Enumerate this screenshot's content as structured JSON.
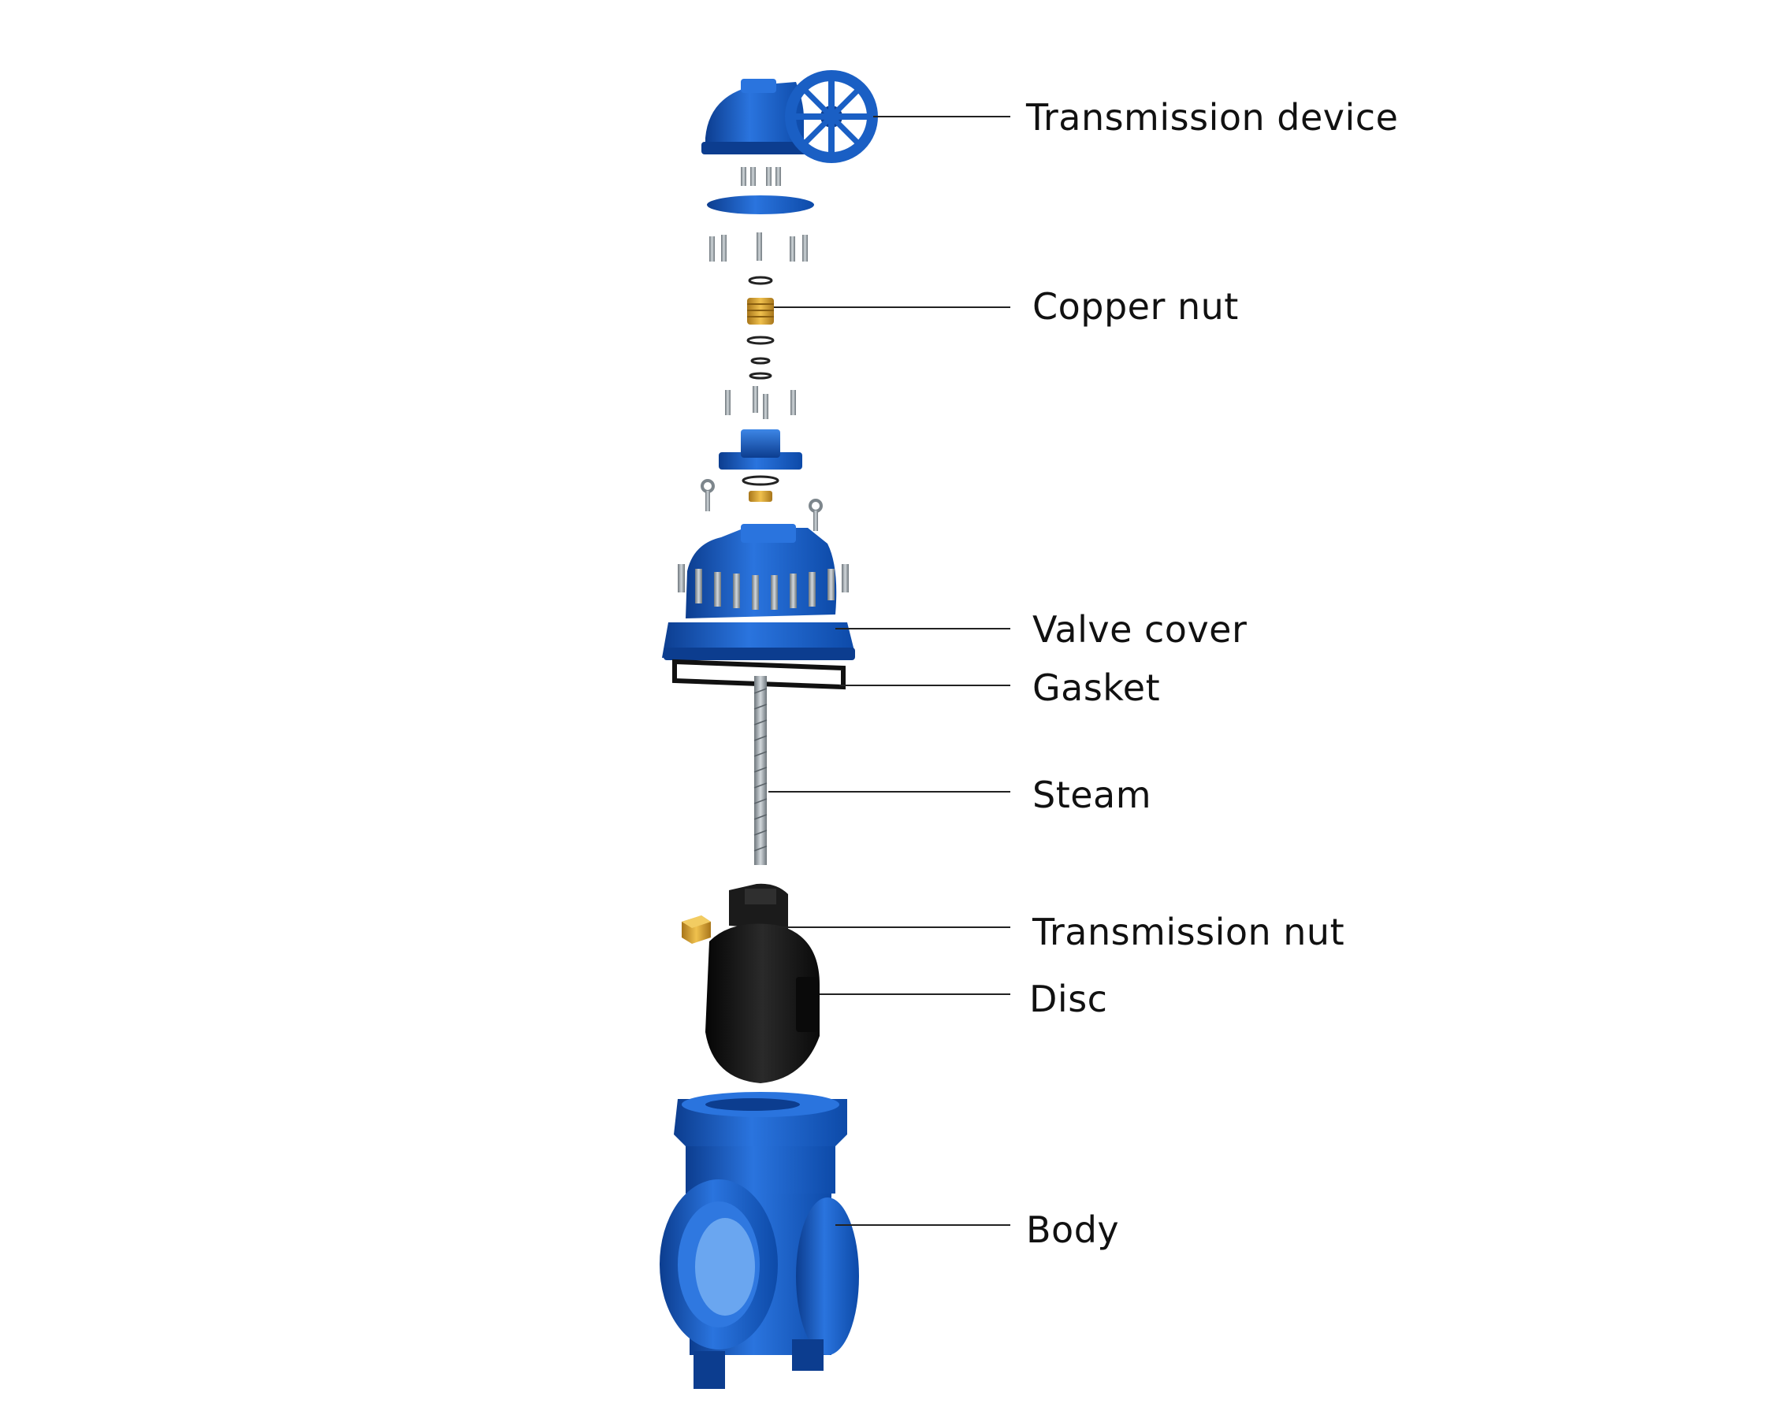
{
  "diagram": {
    "colors": {
      "body_blue": "#1a5fc4",
      "body_blue_dark": "#0c3d8f",
      "body_blue_light": "#3d86e6",
      "disc_black": "#161616",
      "brass": "#d7a22d",
      "steel": "#9aa2a8",
      "leader_line": "#222222",
      "label_text": "#111111"
    },
    "labels": [
      {
        "id": "transmission-device",
        "text": "Transmission device"
      },
      {
        "id": "copper-nut",
        "text": "Copper nut"
      },
      {
        "id": "valve-cover",
        "text": "Valve cover"
      },
      {
        "id": "gasket",
        "text": "Gasket"
      },
      {
        "id": "steam",
        "text": "Steam"
      },
      {
        "id": "transmission-nut",
        "text": "Transmission nut"
      },
      {
        "id": "disc",
        "text": "Disc"
      },
      {
        "id": "body",
        "text": "Body"
      }
    ]
  }
}
